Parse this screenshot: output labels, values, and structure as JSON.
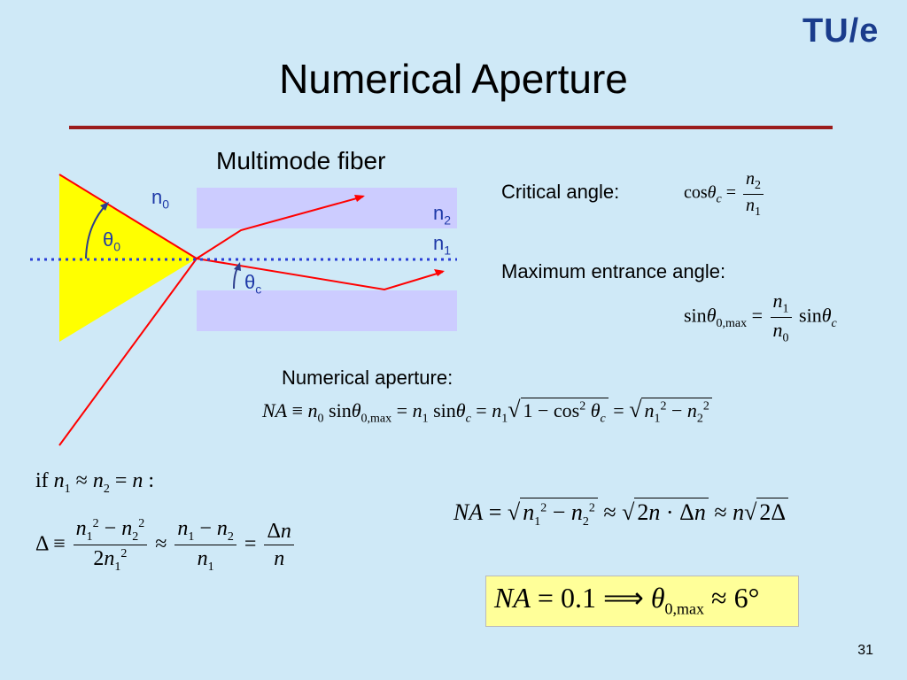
{
  "slide": {
    "title": "Numerical Aperture",
    "logo_text": "TU/e",
    "page_number": "31"
  },
  "diagram": {
    "caption": "Multimode fiber",
    "n0": "n",
    "n0_sub": "0",
    "n1": "n",
    "n1_sub": "1",
    "n2": "n",
    "n2_sub": "2",
    "theta0": "θ",
    "theta0_sub": "0",
    "thetac": "θ",
    "thetac_sub": "c",
    "colors": {
      "cone": "#ffff00",
      "cladding": "#ccccff",
      "ray": "#ff0000",
      "axis": "#2a3fd6",
      "arrow": "#2d3e8c",
      "label": "#1f3aa8"
    }
  },
  "labels": {
    "critical_angle": "Critical angle:",
    "max_entrance_angle": "Maximum entrance angle:",
    "numerical_aperture": "Numerical aperture:",
    "if": "if"
  },
  "highlight": {
    "color": "#ffff99"
  }
}
